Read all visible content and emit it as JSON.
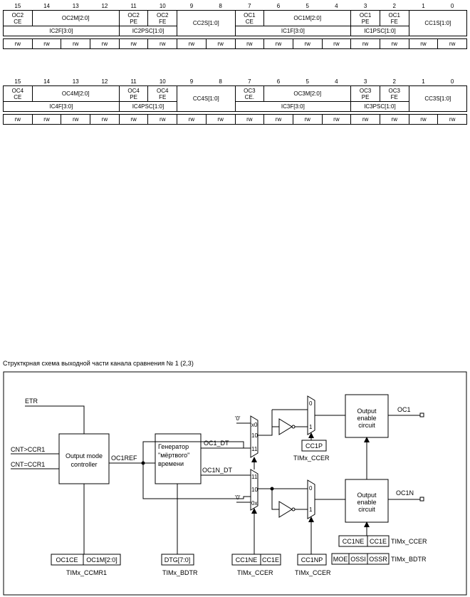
{
  "bits": [
    "15",
    "14",
    "13",
    "12",
    "11",
    "10",
    "9",
    "8",
    "7",
    "6",
    "5",
    "4",
    "3",
    "2",
    "1",
    "0"
  ],
  "reg1": {
    "oc2ce": [
      "OC2",
      "CE"
    ],
    "oc2m": "OC2M[2:0]",
    "oc2pe": [
      "OC2",
      "PE"
    ],
    "oc2fe": [
      "OC2",
      "FE"
    ],
    "cc2s": "CC2S[1:0]",
    "oc1ce": [
      "OC1",
      "CE"
    ],
    "oc1m": "OC1M[2:0]",
    "oc1pe": [
      "OC1",
      "PE"
    ],
    "oc1fe": [
      "OC1",
      "FE"
    ],
    "cc1s": "CC1S[1:0]",
    "ic2f": "IC2F[3:0]",
    "ic2psc": "IC2PSC[1:0]",
    "ic1f": "IC1F[3:0]",
    "ic1psc": "IC1PSC[1:0]"
  },
  "reg2": {
    "oc4ce": [
      "OC4",
      "CE"
    ],
    "oc4m": "OC4M[2:0]",
    "oc4pe": [
      "OC4",
      "PE"
    ],
    "oc4fe": [
      "OC4",
      "FE"
    ],
    "cc4s": "CC4S[1:0]",
    "oc3ce": [
      "OC3",
      "CE."
    ],
    "oc3m": "OC3M[2:0]",
    "oc3pe": [
      "OC3",
      "PE"
    ],
    "oc3fe": [
      "OC3",
      "FE"
    ],
    "cc3s": "CC3S[1:0]",
    "ic4f": "IC4F[3:0]",
    "ic4psc": "IC4PSC[1:0]",
    "ic3f": "IC3F[3:0]",
    "ic3psc": "IC3PSC[1:0]"
  },
  "access": "rw",
  "caption": "Структкрная схема выходной части канала сравнения № 1 (2,3)",
  "diagram": {
    "etr": "ETR",
    "cnt_gt": "CNT>CCR1",
    "cnt_eq": "CNT=CCR1",
    "omc": [
      "Output mode",
      "controller"
    ],
    "oc1ref": "OC1REF",
    "dtg": [
      "Генератор",
      "\"мёртвого\"",
      "времени"
    ],
    "oc1_dt": "OC1_DT",
    "oc1n_dt": "OC1N_DT",
    "zero": "'0'",
    "mux_top": [
      "x0",
      "10",
      "11"
    ],
    "mux_bot": [
      "11",
      "10",
      "0x"
    ],
    "sel0": "0",
    "sel1": "1",
    "cc1p": "CC1P",
    "cc1np": "CC1NP",
    "timx_ccer": "TIMx_CCER",
    "timx_ccmr1": "TIMx_CCMR1",
    "timx_bdtr": "TIMx_BDTR",
    "oec": [
      "Output",
      "enable",
      "circuit"
    ],
    "oc1": "OC1",
    "oc1n": "OC1N",
    "oc1ce": "OC1CE",
    "oc1m": "OC1M[2:0]",
    "dtgreg": "DTG[7:0]",
    "cc1ne": "CC1NE",
    "cc1e": "CC1E",
    "moe": "MOE",
    "ossi": "OSSI",
    "ossr": "OSSR"
  }
}
